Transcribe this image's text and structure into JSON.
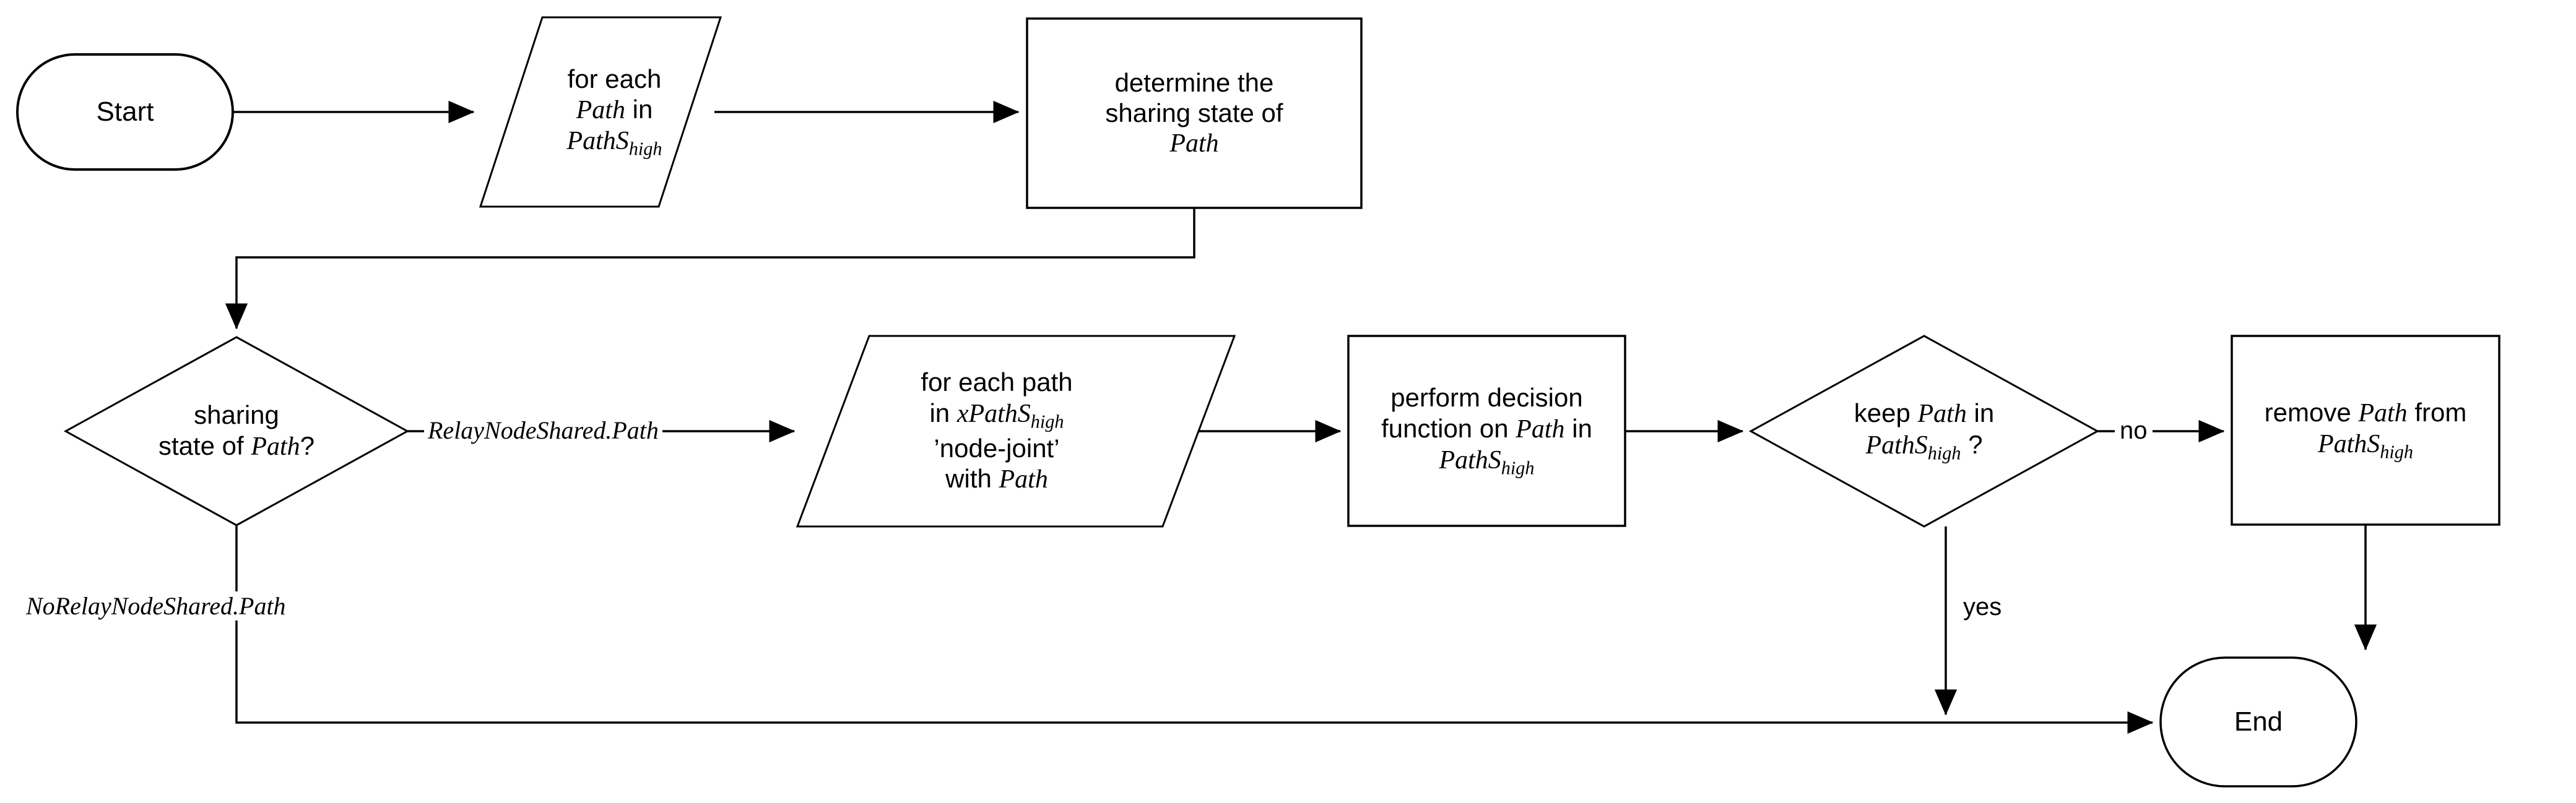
{
  "diagram": {
    "type": "flowchart",
    "title": "Path sharing-state decision flowchart",
    "background_color": "#ffffff",
    "stroke_color": "#000000",
    "text_color": "#000000"
  },
  "nodes": {
    "start": {
      "shape": "terminator",
      "label": "Start"
    },
    "for_each_path": {
      "shape": "parallelogram",
      "lines": [
        {
          "segments": [
            {
              "text": "for each",
              "style": "plain"
            }
          ]
        },
        {
          "segments": [
            {
              "text": "Path",
              "style": "italic"
            },
            {
              "text": " in",
              "style": "plain"
            }
          ]
        },
        {
          "segments": [
            {
              "text": "PathS",
              "style": "italic"
            },
            {
              "text": "high",
              "style": "italic-sub"
            }
          ]
        }
      ]
    },
    "determine_sharing_state": {
      "shape": "process",
      "lines": [
        {
          "segments": [
            {
              "text": "determine the",
              "style": "plain"
            }
          ]
        },
        {
          "segments": [
            {
              "text": "sharing state of",
              "style": "plain"
            }
          ]
        },
        {
          "segments": [
            {
              "text": "Path",
              "style": "italic"
            }
          ]
        }
      ]
    },
    "sharing_state_decision": {
      "shape": "decision",
      "lines": [
        {
          "segments": [
            {
              "text": "sharing",
              "style": "plain"
            }
          ]
        },
        {
          "segments": [
            {
              "text": "state of ",
              "style": "plain"
            },
            {
              "text": "Path",
              "style": "italic"
            },
            {
              "text": "?",
              "style": "plain"
            }
          ]
        }
      ]
    },
    "for_each_node_joint_path": {
      "shape": "parallelogram",
      "lines": [
        {
          "segments": [
            {
              "text": "for each path",
              "style": "plain"
            }
          ]
        },
        {
          "segments": [
            {
              "text": "in ",
              "style": "plain"
            },
            {
              "text": "xPathS",
              "style": "italic"
            },
            {
              "text": "high",
              "style": "italic-sub"
            }
          ]
        },
        {
          "segments": [
            {
              "text": "’node-joint’",
              "style": "plain"
            }
          ]
        },
        {
          "segments": [
            {
              "text": "with ",
              "style": "plain"
            },
            {
              "text": "Path",
              "style": "italic"
            }
          ]
        }
      ]
    },
    "perform_decision_function": {
      "shape": "process",
      "lines": [
        {
          "segments": [
            {
              "text": "perform decision",
              "style": "plain"
            }
          ]
        },
        {
          "segments": [
            {
              "text": "function on ",
              "style": "plain"
            },
            {
              "text": "Path",
              "style": "italic"
            },
            {
              "text": " in",
              "style": "plain"
            }
          ]
        },
        {
          "segments": [
            {
              "text": "PathS",
              "style": "italic"
            },
            {
              "text": "high",
              "style": "italic-sub"
            }
          ]
        }
      ]
    },
    "keep_path_decision": {
      "shape": "decision",
      "lines": [
        {
          "segments": [
            {
              "text": "keep ",
              "style": "plain"
            },
            {
              "text": "Path",
              "style": "italic"
            },
            {
              "text": " in",
              "style": "plain"
            }
          ]
        },
        {
          "segments": [
            {
              "text": "PathS",
              "style": "italic"
            },
            {
              "text": "high",
              "style": "italic-sub"
            },
            {
              "text": " ?",
              "style": "plain"
            }
          ]
        }
      ]
    },
    "remove_path": {
      "shape": "process",
      "lines": [
        {
          "segments": [
            {
              "text": "remove ",
              "style": "plain"
            },
            {
              "text": "Path",
              "style": "italic"
            },
            {
              "text": " from",
              "style": "plain"
            }
          ]
        },
        {
          "segments": [
            {
              "text": "PathS",
              "style": "italic"
            },
            {
              "text": "high",
              "style": "italic-sub"
            }
          ]
        }
      ]
    },
    "end": {
      "shape": "terminator",
      "label": "End"
    }
  },
  "edge_labels": {
    "relay_node_shared": "RelayNodeShared.Path",
    "no_relay_node_shared": "NoRelayNodeShared.Path",
    "no": "no",
    "yes": "yes"
  },
  "edges": [
    {
      "from": "start",
      "to": "for_each_path",
      "label": ""
    },
    {
      "from": "for_each_path",
      "to": "determine_sharing_state",
      "label": ""
    },
    {
      "from": "determine_sharing_state",
      "to": "sharing_state_decision",
      "label": ""
    },
    {
      "from": "sharing_state_decision",
      "to": "for_each_node_joint_path",
      "label": "RelayNodeShared.Path"
    },
    {
      "from": "sharing_state_decision",
      "to": "end",
      "label": "NoRelayNodeShared.Path"
    },
    {
      "from": "for_each_node_joint_path",
      "to": "perform_decision_function",
      "label": ""
    },
    {
      "from": "perform_decision_function",
      "to": "keep_path_decision",
      "label": ""
    },
    {
      "from": "keep_path_decision",
      "to": "remove_path",
      "label": "no"
    },
    {
      "from": "keep_path_decision",
      "to": "end",
      "label": "yes"
    },
    {
      "from": "remove_path",
      "to": "end",
      "label": ""
    }
  ]
}
